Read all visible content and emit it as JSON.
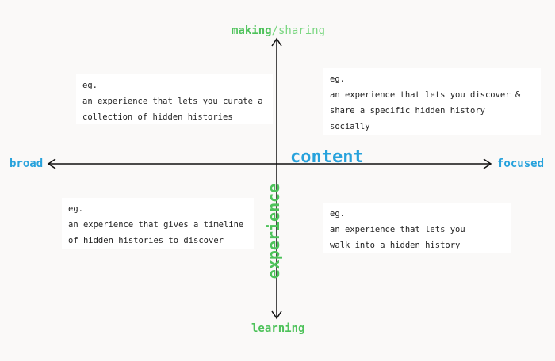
{
  "axes": {
    "top_bold": "making",
    "top_light": "/sharing",
    "bottom": "learning",
    "left": "broad",
    "right": "focused",
    "horizontal_title": "content",
    "vertical_title": "experience"
  },
  "examples": {
    "top_left": {
      "eg": "eg.",
      "text": "an experience that lets you curate a\n collection of hidden histories"
    },
    "top_right": {
      "eg": "eg.",
      "text": "an experience that lets you discover &\nshare a specific hidden history\nsocially"
    },
    "bottom_left": {
      "eg": "eg.",
      "text": "an experience that gives a timeline\nof hidden histories to discover"
    },
    "bottom_right": {
      "eg": "eg.",
      "text": "an experience that lets you\nwalk into a hidden history"
    }
  },
  "colors": {
    "green": "#4dc25a",
    "blue": "#27a2dc",
    "axis": "#111111"
  }
}
